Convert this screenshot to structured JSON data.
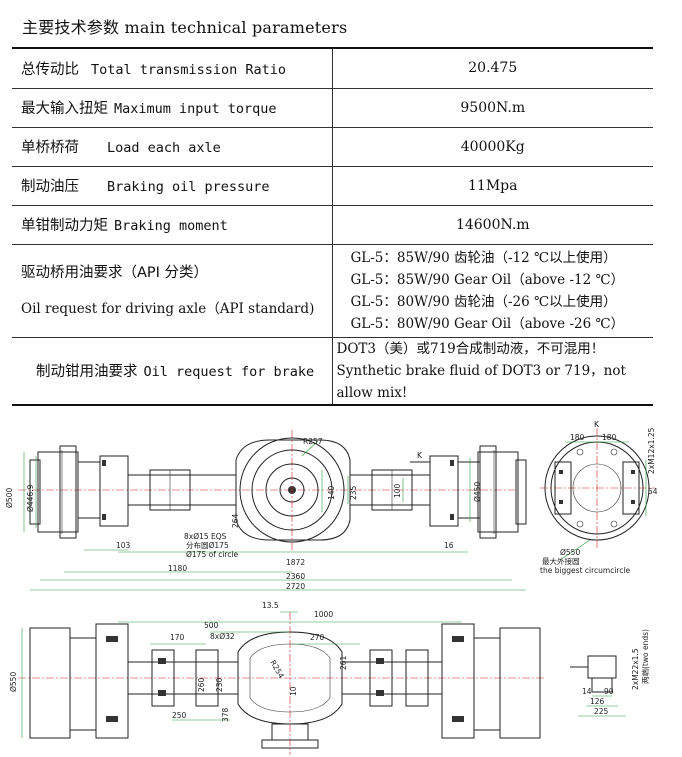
{
  "heading": "主要技术参数 main technical parameters",
  "rows": [
    {
      "label_cn": "总传动比",
      "label_en": "Total transmission Ratio",
      "value": "20.475"
    },
    {
      "label_cn": "最大输入扭矩",
      "label_en": "Maximum input torque",
      "value": "9500N.m"
    },
    {
      "label_cn": "单桥桥荷",
      "label_en": "Load each axle",
      "value": "40000Kg"
    },
    {
      "label_cn": "制动油压",
      "label_en": "Braking oil pressure",
      "value": "11Mpa"
    },
    {
      "label_cn": "单钳制动力矩",
      "label_en": "Braking moment",
      "value": "14600N.m"
    }
  ],
  "oil_axle": {
    "label_cn": "驱动桥用油要求（API 分类）",
    "label_en": "Oil request for driving axle（API standard)",
    "values": [
      "GL-5：85W/90 齿轮油（-12 ℃以上使用）",
      "GL-5：85W/90 Gear Oil（above -12 ℃）",
      "GL-5：80W/90 齿轮油（-26 ℃以上使用）",
      "GL-5：80W/90 Gear Oil（above -26 ℃）"
    ]
  },
  "oil_brake": {
    "label_cn": "制动钳用油要求",
    "label_en": "Oil request for brake",
    "values": [
      "DOT3（美）或719合成制动液，不可混用！",
      "Synthetic brake fluid of DOT3 or 719，not",
      "allow mix!"
    ]
  },
  "drawing": {
    "top": {
      "r257": "R257",
      "k": "K",
      "d500": "Ø500",
      "d446": "Ø446.9",
      "d450": "Ø450",
      "d140": "140",
      "d100": "100",
      "d235": "235",
      "d264": "264",
      "d103": "103",
      "d16": "16",
      "holes": "8xØ15 EQS",
      "pcd_cn": "分布圆Ø175",
      "pcd_en": "Ø175 of circle",
      "d1872": "1872",
      "d1180": "1180",
      "d2360": "2360",
      "d2720": "2720"
    },
    "side": {
      "d180a": "180",
      "d180b": "180",
      "k": "K",
      "m": "2xM12x1.25",
      "d54": "54",
      "d550": "Ø550",
      "circ_cn": "最大外接圆",
      "circ_en": "the biggest circumcircle"
    },
    "bottom": {
      "d13_5": "13.5",
      "d1000": "1000",
      "d500": "500",
      "d170": "170",
      "holes": "8xØ32",
      "d270": "270",
      "r": "R254",
      "d261": "261",
      "d550": "Ø550",
      "d260": "260",
      "d230": "230",
      "d10": "10",
      "d250": "250",
      "d378": "378",
      "rm": "2xM22x1.5",
      "ends": "两端(two ends)",
      "d14": "14",
      "d90": "90",
      "d126": "126",
      "d225": "225"
    }
  }
}
